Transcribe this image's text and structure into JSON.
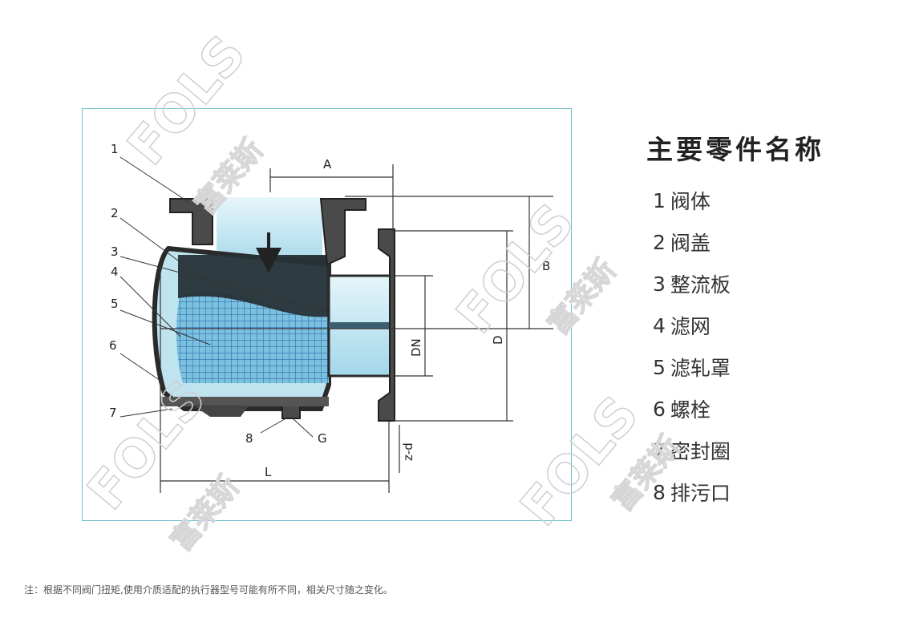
{
  "diagram": {
    "callouts": [
      "1",
      "2",
      "3",
      "4",
      "5",
      "6",
      "7",
      "8",
      "G"
    ],
    "dimensions": {
      "A": "A",
      "B": "B",
      "D": "D",
      "DN": "DN",
      "L": "L",
      "zd": "z-d"
    }
  },
  "parts": {
    "title": "主要零件名称",
    "items": [
      {
        "num": "1",
        "name": "阀体"
      },
      {
        "num": "2",
        "name": "阀盖"
      },
      {
        "num": "3",
        "name": "整流板"
      },
      {
        "num": "4",
        "name": "滤网"
      },
      {
        "num": "5",
        "name": "滤轧罩"
      },
      {
        "num": "6",
        "name": "螺栓"
      },
      {
        "num": "7",
        "name": "密封圈"
      },
      {
        "num": "8",
        "name": "排污口"
      }
    ]
  },
  "footnote": "注：根据不同阀门扭矩,使用介质适配的执行器型号可能有所不同，相关尺寸随之变化。",
  "watermark": {
    "brand": "FOLS",
    "cn": "富莱斯"
  },
  "colors": {
    "frame": "#6fc2cf",
    "liquid": "#a9d8e6",
    "body": "#3b3b3b",
    "mesh": "#4a90c6"
  }
}
